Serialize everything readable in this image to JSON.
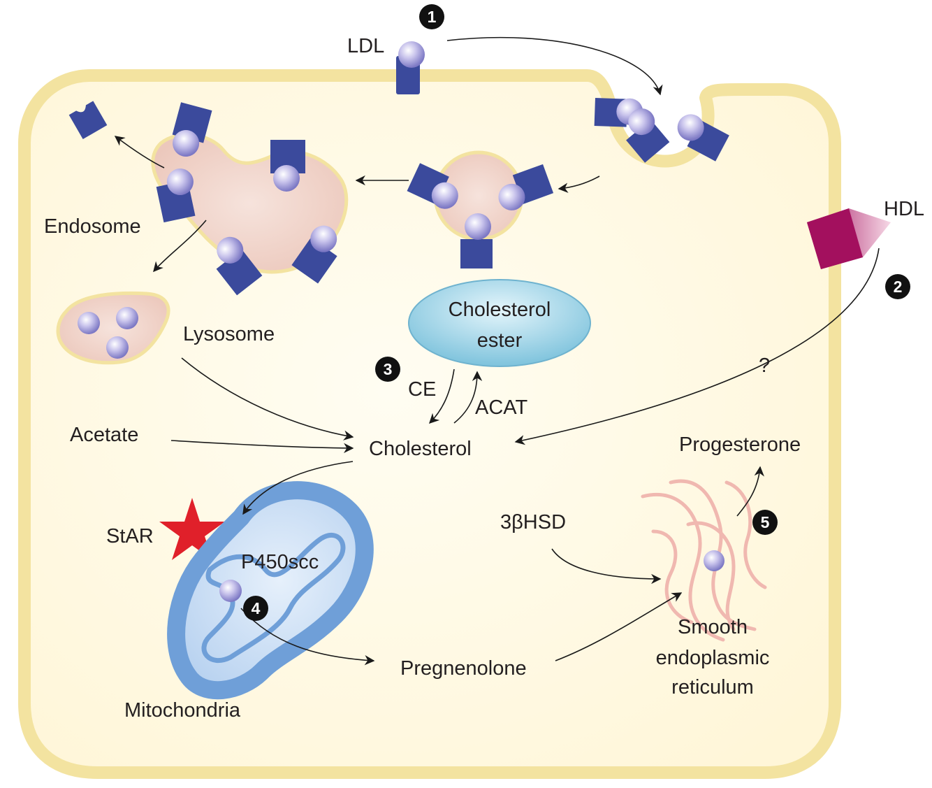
{
  "labels": {
    "ldl": "LDL",
    "hdl": "HDL",
    "endosome": "Endosome",
    "lysosome": "Lysosome",
    "cholesterol_ester_line1": "Cholesterol",
    "cholesterol_ester_line2": "ester",
    "ce": "CE",
    "acat": "ACAT",
    "acetate": "Acetate",
    "cholesterol": "Cholesterol",
    "question": "?",
    "progesterone": "Progesterone",
    "star": "StAR",
    "three_beta_hsd": "3βHSD",
    "p450scc": "P450scc",
    "pregnenolone": "Pregnenolone",
    "ser_line1": "Smooth",
    "ser_line2": "endoplasmic",
    "ser_line3": "reticulum",
    "mitochondria": "Mitochondria"
  },
  "steps": [
    "1",
    "2",
    "3",
    "4",
    "5"
  ],
  "colors": {
    "membrane": "#f5e6a3",
    "cytoplasm": "#fffbe8",
    "receptor": "#3b4a9c",
    "vesicle": "#f2d8cc",
    "ester": "#8ccbe0",
    "mitochondria": "#6f9fd8",
    "star": "#e0202a",
    "hdl_receptor": "#a3105e",
    "er": "#f0b8b0"
  }
}
